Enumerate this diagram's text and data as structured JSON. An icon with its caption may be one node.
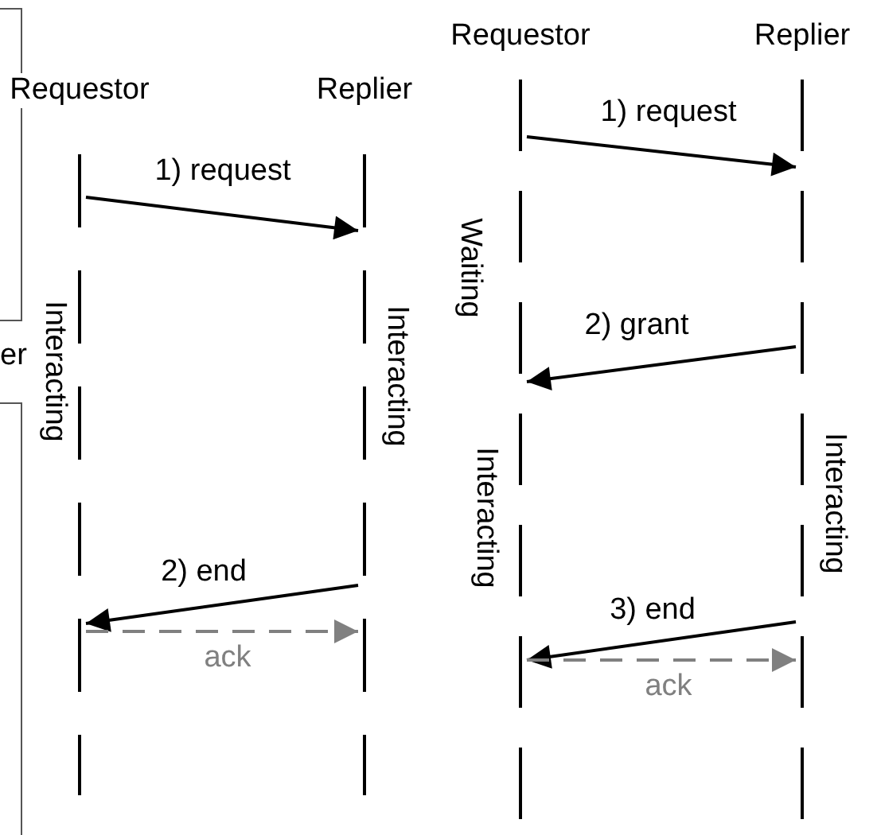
{
  "diagram": {
    "nodes": [
      {
        "text": [
          "Requestor",
          "Interacting"
        ]
      },
      {
        "text": [
          "Replier",
          "Interacting"
        ]
      },
      {
        "text": [
          "Requestor",
          "Waiting",
          "Interacting"
        ]
      },
      {
        "text": [
          "Replier",
          "Interacting"
        ]
      }
    ],
    "edges": [
      {
        "from": 0,
        "to": 1,
        "arrow": "to",
        "label": "1) request"
      },
      {
        "from": 1,
        "to": 0,
        "arrow": "to",
        "label": "2) end"
      },
      {
        "from": 0,
        "to": 1,
        "arrow": "to",
        "label": "ack",
        "style": "dashed",
        "color": "#808080"
      },
      {
        "from": 2,
        "to": 3,
        "arrow": "to",
        "label": "1) request"
      },
      {
        "from": 3,
        "to": 2,
        "arrow": "to",
        "label": "2) grant"
      },
      {
        "from": 3,
        "to": 2,
        "arrow": "to",
        "label": "3) end"
      },
      {
        "from": 2,
        "to": 3,
        "arrow": "to",
        "label": "ack",
        "style": "dashed",
        "color": "#808080"
      }
    ],
    "labels": [
      "er"
    ]
  }
}
